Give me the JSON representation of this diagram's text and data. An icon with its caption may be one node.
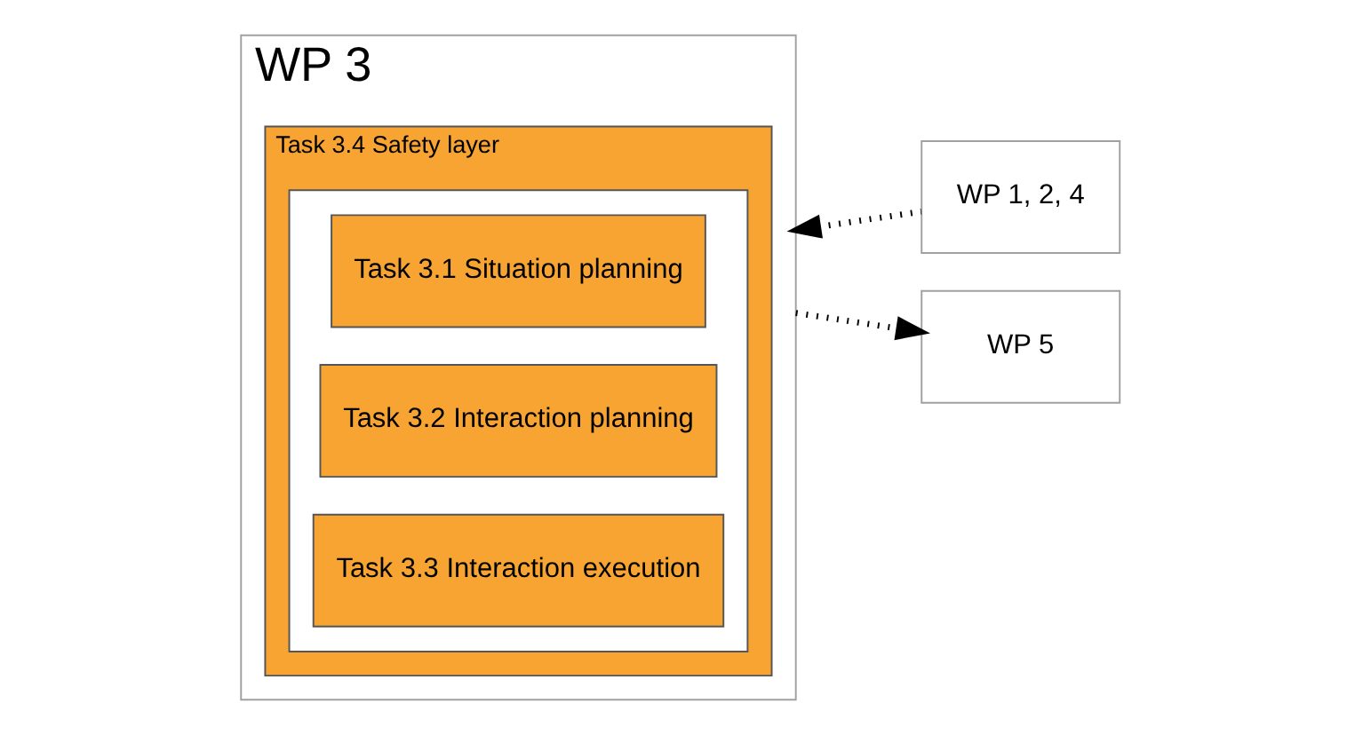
{
  "diagram": {
    "nodes": [
      {
        "text": [
          "WP 3"
        ]
      },
      {
        "text": [
          "Task 3.4 Safety layer"
        ],
        "in": 0
      },
      {
        "text": [],
        "shape": "box",
        "in": 1
      },
      {
        "text": [
          "Task 3.1 Situation planning"
        ],
        "in": 2
      },
      {
        "text": [
          "Task 3.2 Interaction planning"
        ],
        "in": 2
      },
      {
        "text": [
          "Task 3.3 Interaction execution"
        ],
        "in": 2
      },
      {
        "text": [
          "WP 1, 2, 4"
        ]
      },
      {
        "text": [
          "WP 5"
        ]
      }
    ],
    "edges": [
      {
        "from": 6,
        "to": 0,
        "arrow": "to",
        "style": "dashed"
      },
      {
        "from": 0,
        "to": 7,
        "arrow": "to",
        "style": "dashed"
      }
    ]
  }
}
